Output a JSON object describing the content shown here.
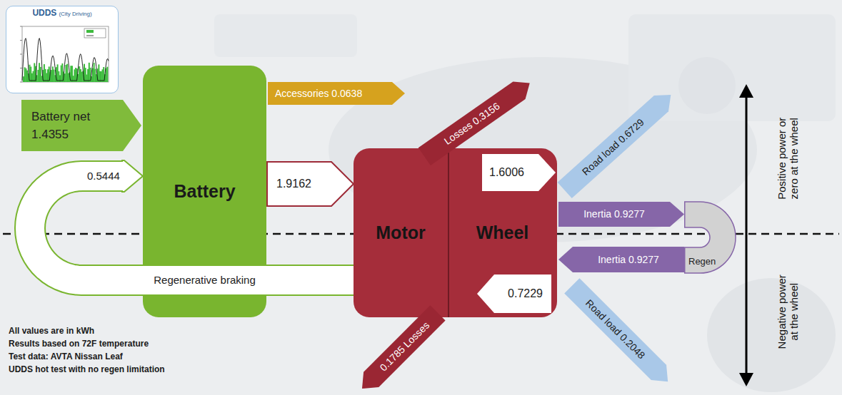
{
  "diagram": {
    "nodes": [
      {
        "text": [
          "UDDS",
          "(City Driving)"
        ]
      },
      {
        "text": [
          "Battery net",
          "1.4355"
        ]
      },
      {
        "text": [
          "Battery"
        ]
      },
      {
        "text": [
          "Accessories 0.0638"
        ]
      },
      {
        "text": [
          "1.9162"
        ]
      },
      {
        "text": [
          "Motor"
        ]
      },
      {
        "text": [
          "Wheel"
        ]
      },
      {
        "text": [
          "Losses 0.3156"
        ]
      },
      {
        "text": [
          "1.6006"
        ],
        "in": 6
      },
      {
        "text": [
          "Road load 0.6729"
        ]
      },
      {
        "text": [
          "Inertia 0.9277"
        ]
      },
      {
        "text": [
          "Regen"
        ]
      },
      {
        "text": [
          "Inertia 0.9277"
        ]
      },
      {
        "text": [
          "0.7229"
        ],
        "in": 6
      },
      {
        "text": [
          "0.1785 Losses"
        ]
      },
      {
        "text": [
          "Road load 0.2048"
        ]
      }
    ],
    "edges": [
      {
        "from": 5,
        "to": 2,
        "arrow": "to",
        "label": "Regenerative braking"
      }
    ],
    "labels": [
      "0.5444",
      "Positive power or zero at the wheel",
      "Negative power at the wheel",
      "All values are in kWh",
      "Results based on 72F temperature",
      "Test data: AVTA Nissan Leaf",
      "UDDS hot test with no regen limitation"
    ]
  }
}
